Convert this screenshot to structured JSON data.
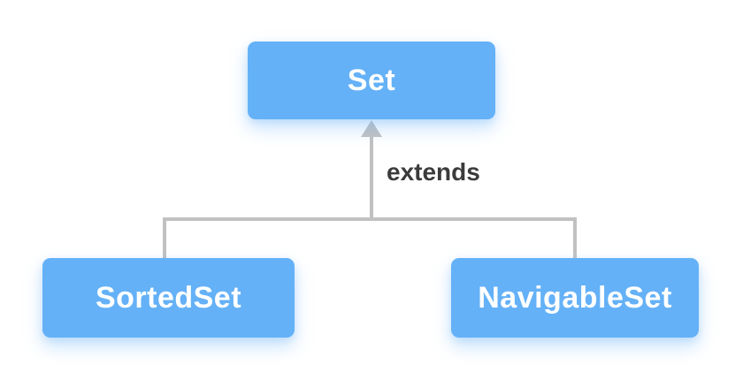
{
  "diagram": {
    "type": "class-hierarchy",
    "nodes": {
      "parent": {
        "label": "Set"
      },
      "child_left": {
        "label": "SortedSet"
      },
      "child_right": {
        "label": "NavigableSet"
      }
    },
    "edge": {
      "label": "extends"
    },
    "colors": {
      "background": "#FFFFFF",
      "node_fill": "#64B1F7",
      "node_text": "#FFFFFF",
      "node_shadow": "rgba(110,180,248,0.38)",
      "connector": "#C1C1C1",
      "edge_label_text": "#3B3B3B"
    }
  }
}
